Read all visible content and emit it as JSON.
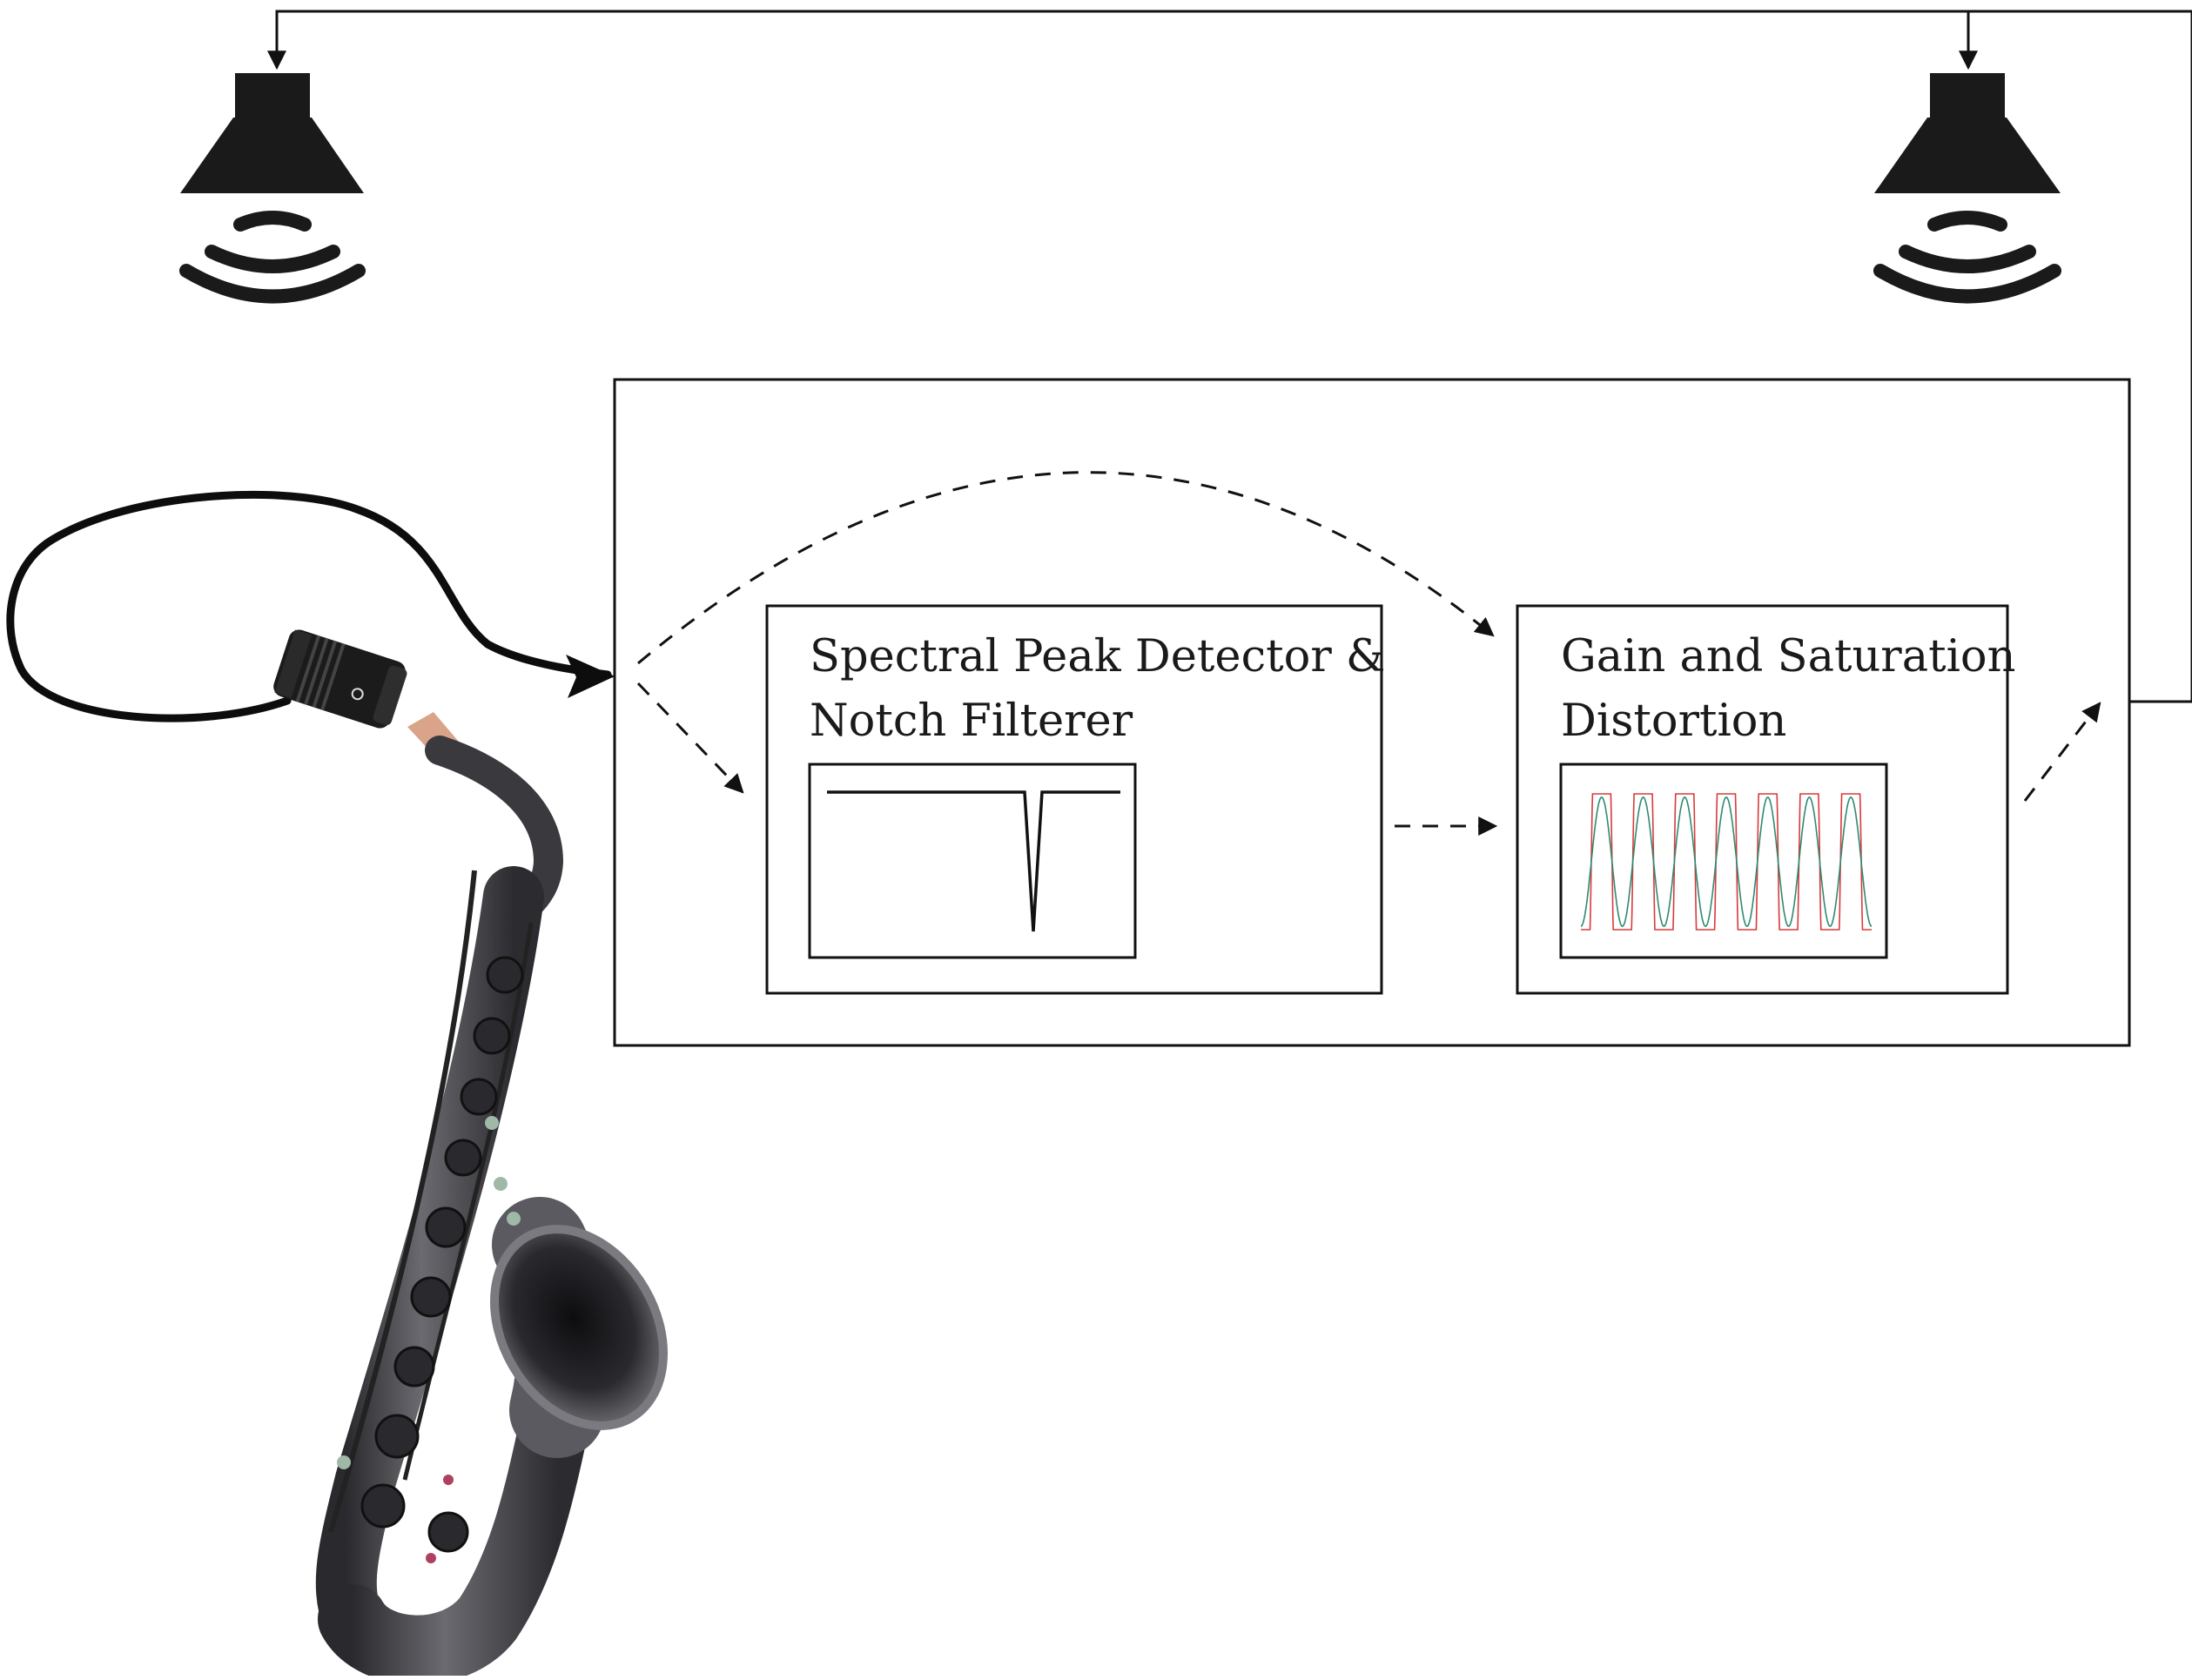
{
  "diagram": {
    "blocks": {
      "notch": {
        "line1": "Spectral Peak Detector &",
        "line2": "Notch Filterer"
      },
      "gain": {
        "line1": "Gain and Saturation",
        "line2": "Distortion"
      }
    },
    "colors": {
      "stroke": "#111111",
      "saturated_wave": "#d83a3a",
      "clean_wave": "#2e8a72",
      "sax_body": "#4a4a4f",
      "mic_body": "#1b1b1b",
      "mic_foam": "#d9a48a"
    },
    "icons": [
      "speaker-left-icon",
      "speaker-right-icon",
      "microphone-icon",
      "saxophone-icon",
      "notch-response-plot",
      "distortion-waveform-plot"
    ]
  }
}
